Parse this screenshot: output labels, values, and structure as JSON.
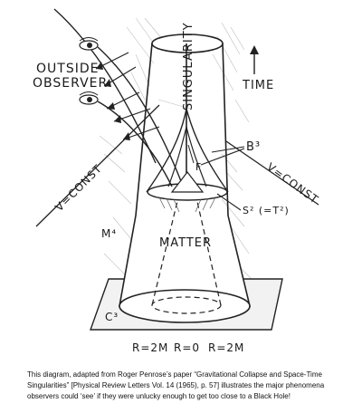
{
  "diagram": {
    "labels": {
      "outside": "OUTSIDE",
      "observer": "OBSERVER",
      "singularity": "SINGULARITY",
      "time": "TIME",
      "b3": "B³",
      "f": "F",
      "v_const_left": "V=CONST",
      "v_const_right": "V=CONST",
      "s2": "S² (=T²)",
      "m4": "M⁴",
      "matter": "MATTER",
      "c3": "C³",
      "r_left": "R=2M",
      "r_center": "R=0",
      "r_right": "R=2M"
    }
  },
  "caption": {
    "text": "This diagram, adapted from Roger Penrose’s paper “Gravitational Collapse and Space-Time Singularities” [Physical Review Letters Vol. 14 (1965), p. 57] illustrates the major phenomena observers could ‘see’ if they were unlucky enough to get too close to a Black Hole!"
  }
}
